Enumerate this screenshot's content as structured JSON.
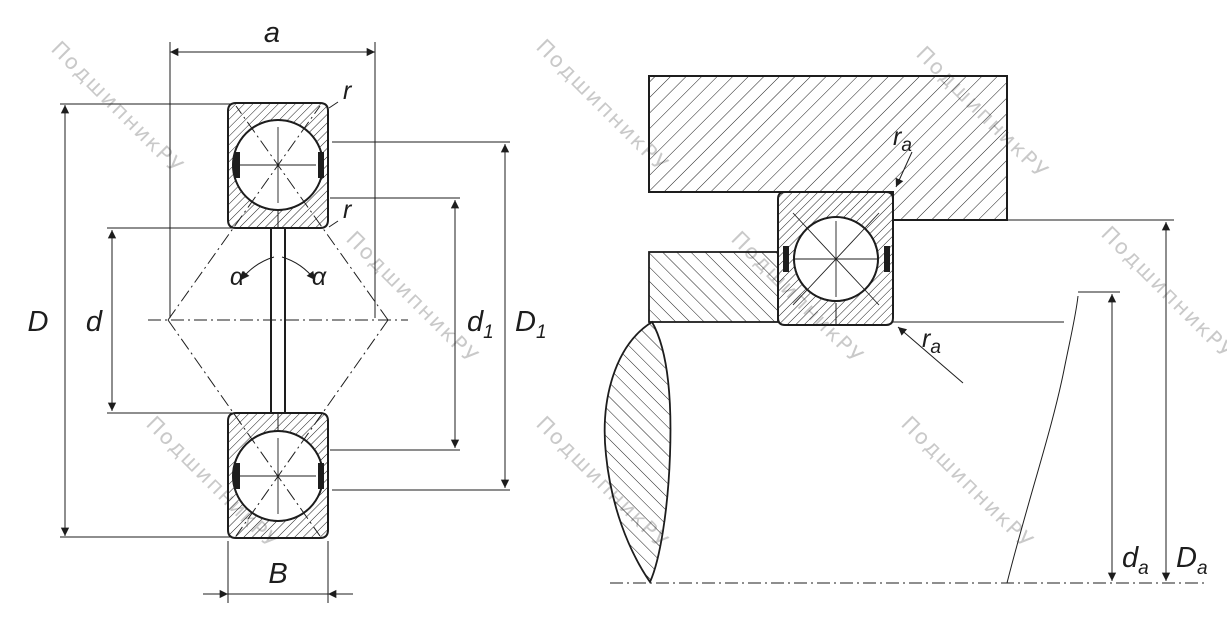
{
  "watermark": {
    "text": "ПодшипникРУ"
  },
  "colors": {
    "line": "#1d1d1d",
    "watermark": "#c9c9c9",
    "background": "#ffffff"
  },
  "left_view": {
    "dims": {
      "a": "a",
      "r_outer": "r",
      "r_inner": "r",
      "alpha_left": "α",
      "alpha_right": "α",
      "D": "D",
      "d": "d",
      "d1": {
        "base": "d",
        "sub": "1"
      },
      "D1": {
        "base": "D",
        "sub": "1"
      },
      "B": "B"
    }
  },
  "right_view": {
    "dims": {
      "ra_top": {
        "base": "r",
        "sub": "a"
      },
      "ra_bottom": {
        "base": "r",
        "sub": "a"
      },
      "da": {
        "base": "d",
        "sub": "a"
      },
      "Da": {
        "base": "D",
        "sub": "a"
      }
    }
  }
}
